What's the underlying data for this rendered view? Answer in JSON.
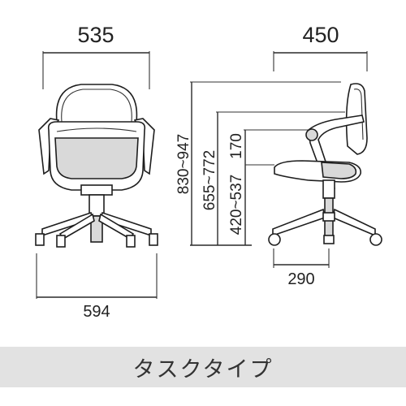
{
  "front_view": {
    "seat_width": "535",
    "base_width": "594"
  },
  "side_view": {
    "depth": "450",
    "base_depth": "290",
    "overall_height": "830~947",
    "armrest_height": "655~772",
    "seat_height": "420~537",
    "armrest_offset": "170"
  },
  "caption": "タスクタイプ"
}
